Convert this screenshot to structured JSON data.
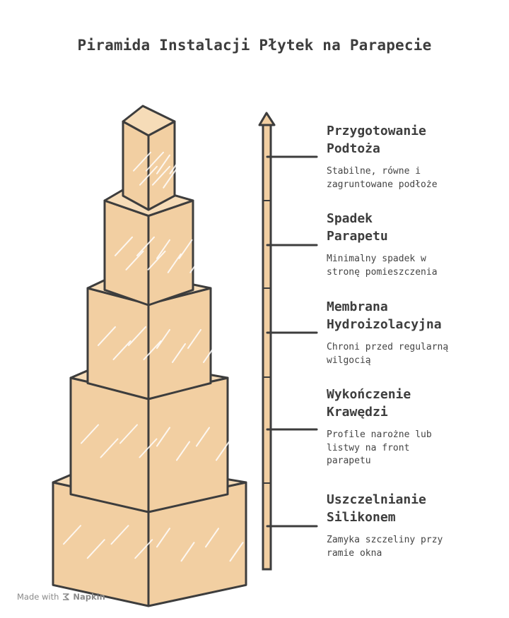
{
  "title": "Piramida Instalacji Płytek na Parapecie",
  "steps": [
    {
      "title_lines": [
        "Przygotowanie",
        "Podtoża"
      ],
      "description_lines": [
        "Stabilne, równe i",
        "zagruntowane podłoże"
      ]
    },
    {
      "title_lines": [
        "Spadek",
        "Parapetu"
      ],
      "description_lines": [
        "Minimalny spadek w",
        "stronę pomieszczenia"
      ]
    },
    {
      "title_lines": [
        "Membrana",
        "Hydroizolacyjna"
      ],
      "description_lines": [
        "Chroni przed regularną",
        "wilgocią"
      ]
    },
    {
      "title_lines": [
        "Wykończenie",
        "Krawędzi"
      ],
      "description_lines": [
        "Profile narożne lub",
        "listwy na front",
        "parapetu"
      ]
    },
    {
      "title_lines": [
        "Uszczelnianie",
        "Silikonem"
      ],
      "description_lines": [
        "Zamyka szczeliny przy",
        "ramie okna"
      ]
    }
  ],
  "footer": {
    "made_with": "Made with",
    "brand": "Napkin"
  },
  "colors": {
    "block_front": "#f2cfa2",
    "block_top": "#f6dcb8",
    "outline": "#3d3d3d",
    "hatch": "#ffffff"
  }
}
